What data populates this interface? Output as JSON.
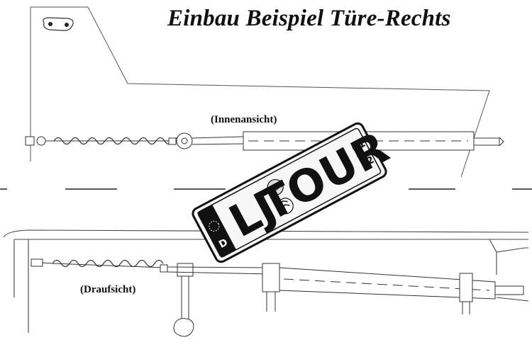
{
  "title": "Einbau Beispiel Türe-Rechts",
  "labels": {
    "inner_view": "(Innenansicht)",
    "top_view": "(Draufsicht)"
  },
  "plate": {
    "country": "D",
    "left_text": "LJ",
    "right_text": "TOUR",
    "month": "01",
    "year": "12"
  },
  "colors": {
    "line": "#333333",
    "plate_bg": "#f7f7f7",
    "plate_band": "#111111",
    "plate_text": "#111111"
  }
}
